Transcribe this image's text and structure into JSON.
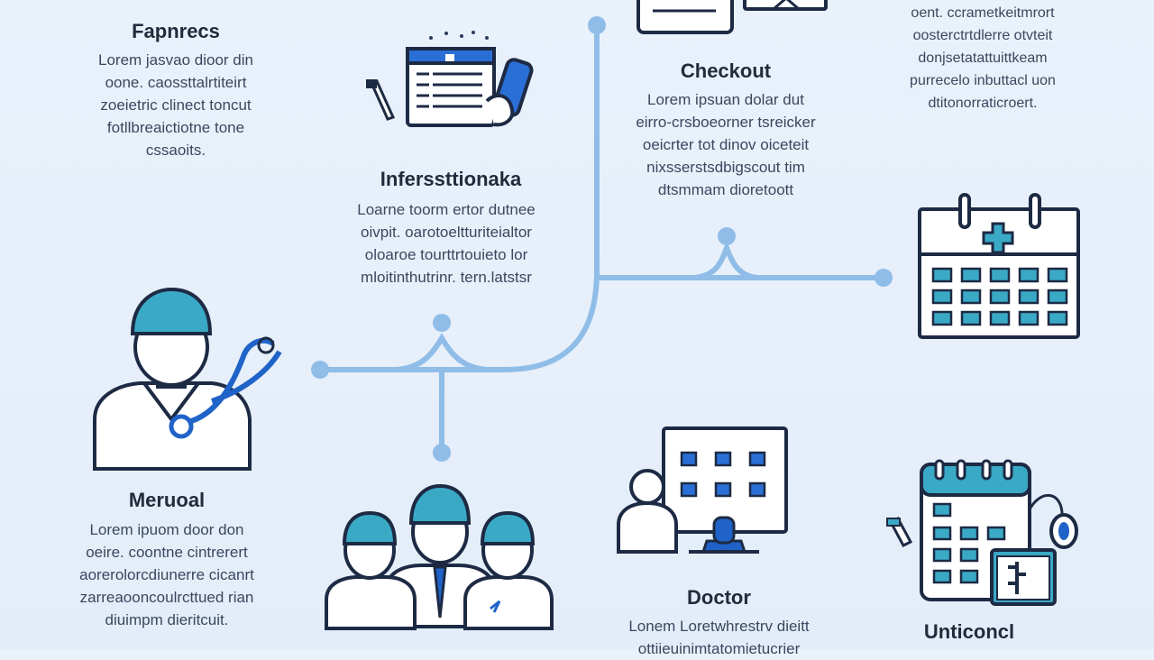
{
  "panels": {
    "top_left": {
      "title": "Fapnrecs",
      "lines": [
        "Lorem jasvao dioor din",
        "oone. caossttalrtiteirt",
        "zoeietric clinect toncut",
        "fotllbreaictiotne tone",
        "cssaoits."
      ]
    },
    "middle": {
      "title": "Inferssttionaka",
      "lines": [
        "Loarne toorm ertor dutnee",
        "oivpit. oarotoeltturiteialtor",
        "oloaroe tourttrtouieto lor",
        "mloitinthutrinr. tern.latstsr"
      ]
    },
    "checkout": {
      "title": "Checkout",
      "lines": [
        "Lorem ipsuan dolar dut",
        "eirro-crsboeorner tsreicker",
        "oeicrter tot dinov oiceteit",
        "nixsserstsdbigscout tim",
        "dtsmmam dioretoott"
      ]
    },
    "top_right": {
      "lines": [
        "oent. ccrametkeitmrort",
        "oosterctrtdlerre otvteit",
        "donjsetatattuittkeam",
        "purrecelo inbuttacl uon",
        "dtitonorraticroert."
      ]
    },
    "bottom_left": {
      "title": "Meruoal",
      "lines": [
        "Lorem ipuom door don",
        "oeire. coontne cintrerert",
        "aorerolorcdiunerre cicanrt",
        "zarreaooncoulrcttued rian",
        "diuimpm dieritcuit."
      ]
    },
    "doctor": {
      "title": "Doctor",
      "lines": [
        "Lonem Loretwhrestrv dieitt",
        "ottiieuinimtatomietucrier"
      ]
    },
    "bottom_right": {
      "title": "Unticoncl"
    }
  },
  "icons": [
    "clipboard-form-icon",
    "doctor-stethoscope-icon",
    "medical-team-icon",
    "calendar-cross-icon",
    "doctor-schedule-icon",
    "appointment-calendar-icon",
    "document-icon"
  ],
  "colors": {
    "accent": "#1f63c8",
    "teal": "#3aa9c6",
    "line": "#8fbde8",
    "dark": "#1d2a44",
    "background": "#e6eefa"
  }
}
